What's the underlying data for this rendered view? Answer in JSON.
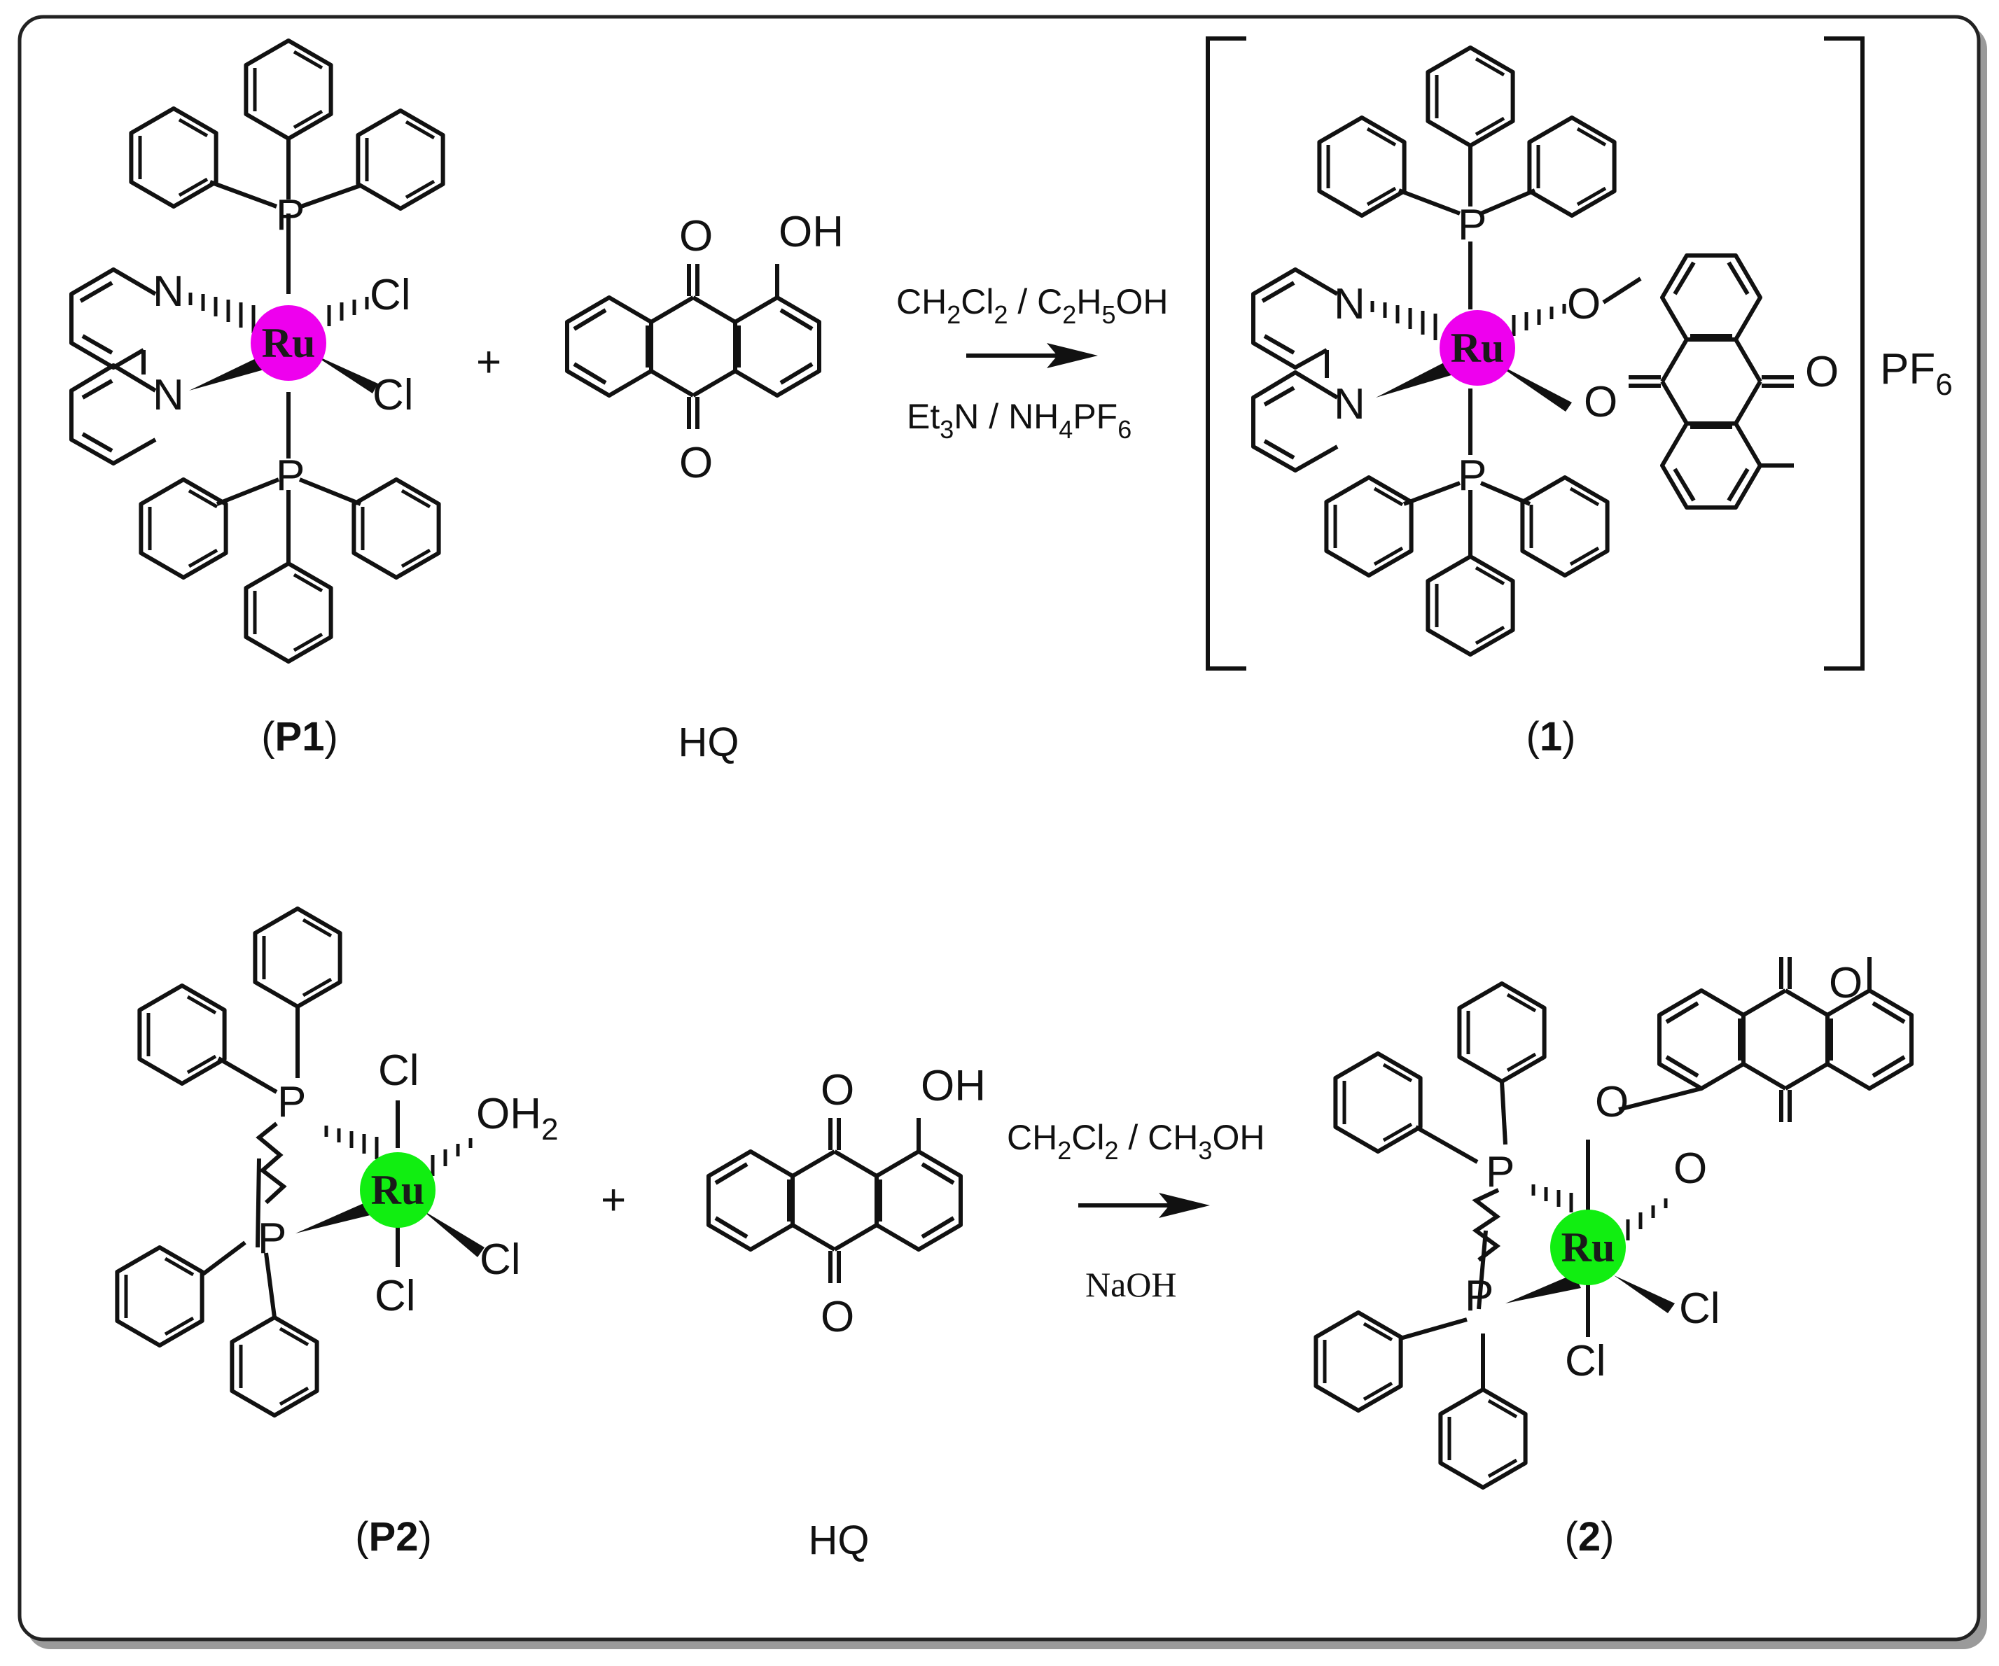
{
  "colors": {
    "ru_p1": "#ee00ee",
    "ru_p2": "#11ee11",
    "line": "#111111",
    "frame_shadow": "#9a9a9a"
  },
  "reaction1": {
    "reactant_label": {
      "open": "(",
      "id": "P1",
      "close": ")"
    },
    "hq_label": "HQ",
    "plus": "+",
    "conditions_top": {
      "a": "CH",
      "a_sub": "2",
      "b": "Cl",
      "b_sub": "2",
      "c": " / C",
      "c_sub": "2",
      "d": "H",
      "d_sub": "5",
      "e": "OH"
    },
    "conditions_bottom": {
      "a": "Et",
      "a_sub": "3",
      "b": "N / NH",
      "b_sub": "4",
      "c": "PF",
      "c_sub": "6"
    },
    "product_label": {
      "open": "(",
      "id": "1",
      "close": ")"
    },
    "counterion": {
      "main": "PF",
      "sub": "6"
    }
  },
  "reaction2": {
    "reactant_label": {
      "open": "(",
      "id": "P2",
      "close": ")"
    },
    "hq_label": "HQ",
    "plus": "+",
    "conditions_top": {
      "a": "CH",
      "a_sub": "2",
      "b": "Cl",
      "b_sub": "2",
      "c": " / CH",
      "c_sub": "3",
      "d": "OH"
    },
    "conditions_bottom": "NaOH",
    "product_label": {
      "open": "(",
      "id": "2",
      "close": ")"
    }
  },
  "atoms": {
    "ru": "Ru",
    "p": "P",
    "n": "N",
    "cl": "Cl",
    "o": "O",
    "oh": "OH",
    "oh2": "OH",
    "oh2_sub": "2"
  }
}
